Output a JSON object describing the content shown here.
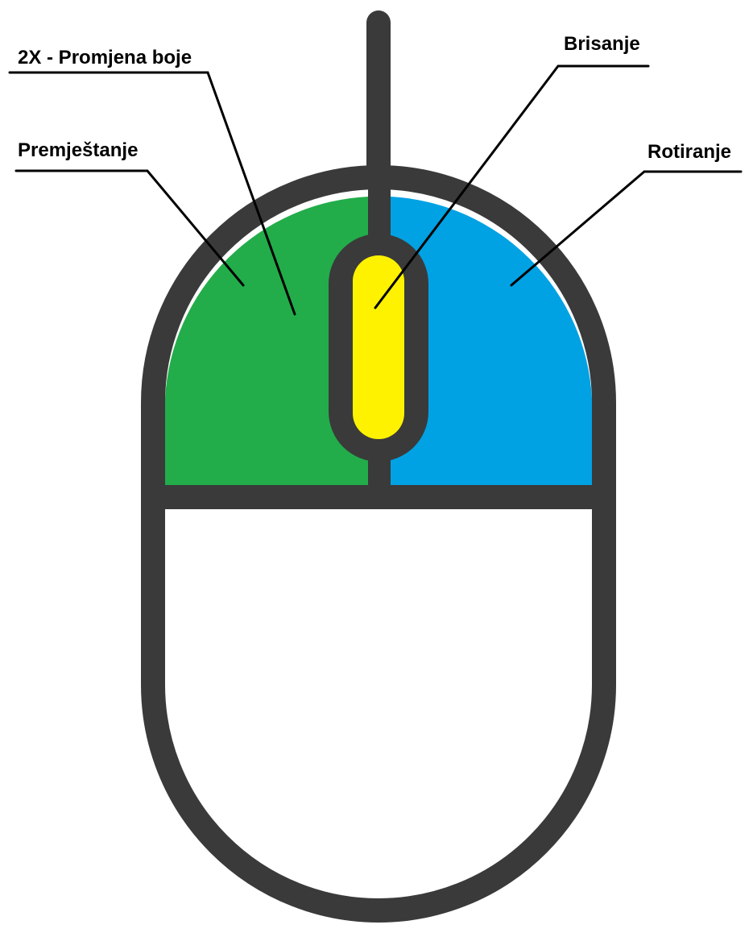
{
  "labels": {
    "double_click": "2X - Promjena boje",
    "left_button": "Premještanje",
    "scroll_wheel": "Brisanje",
    "right_button": "Rotiranje"
  },
  "colors": {
    "outline": "#3a3a3a",
    "left_button": "#22ad4a",
    "right_button": "#00a2e3",
    "scroll_wheel": "#fff200",
    "body": "#ffffff",
    "callout": "#000000"
  },
  "icons": {
    "mouse": "computer-mouse-icon"
  }
}
